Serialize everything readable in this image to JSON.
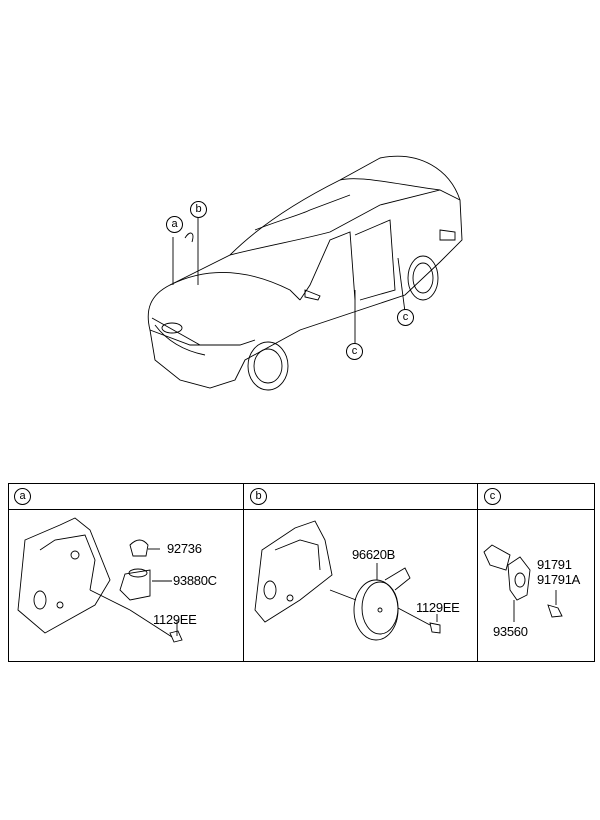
{
  "overview": {
    "callouts": [
      {
        "id": "a",
        "label": "a"
      },
      {
        "id": "b",
        "label": "b"
      },
      {
        "id": "c1",
        "label": "c"
      },
      {
        "id": "c2",
        "label": "c"
      }
    ]
  },
  "table": {
    "sections": [
      {
        "key": "a",
        "parts": [
          "92736",
          "93880C",
          "1129EE"
        ]
      },
      {
        "key": "b",
        "parts": [
          "96620B",
          "1129EE"
        ]
      },
      {
        "key": "c",
        "parts": [
          "91791",
          "91791A",
          "93560"
        ]
      }
    ]
  }
}
